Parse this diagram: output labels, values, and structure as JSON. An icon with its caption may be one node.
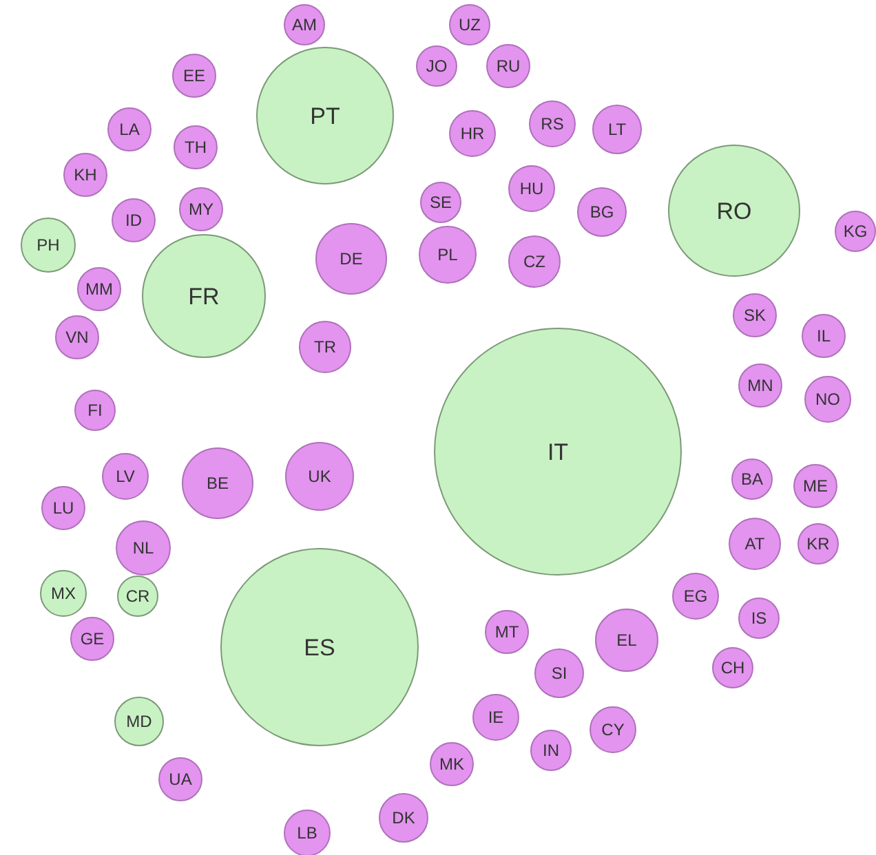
{
  "diagram": {
    "nodes": [
      {
        "text": [
          "UZ"
        ]
      },
      {
        "text": [
          "AM"
        ]
      },
      {
        "text": [
          "JO"
        ]
      },
      {
        "text": [
          "RU"
        ]
      },
      {
        "text": [
          "EE"
        ]
      },
      {
        "text": [
          "PT"
        ]
      },
      {
        "text": [
          "LA"
        ]
      },
      {
        "text": [
          "RS"
        ]
      },
      {
        "text": [
          "LT"
        ]
      },
      {
        "text": [
          "HR"
        ]
      },
      {
        "text": [
          "TH"
        ]
      },
      {
        "text": [
          "KH"
        ]
      },
      {
        "text": [
          "HU"
        ]
      },
      {
        "text": [
          "RO"
        ]
      },
      {
        "text": [
          "SE"
        ]
      },
      {
        "text": [
          "BG"
        ]
      },
      {
        "text": [
          "MY"
        ]
      },
      {
        "text": [
          "ID"
        ]
      },
      {
        "text": [
          "KG"
        ]
      },
      {
        "text": [
          "PL"
        ]
      },
      {
        "text": [
          "PH"
        ]
      },
      {
        "text": [
          "DE"
        ]
      },
      {
        "text": [
          "CZ"
        ]
      },
      {
        "text": [
          "MM"
        ]
      },
      {
        "text": [
          "FR"
        ]
      },
      {
        "text": [
          "SK"
        ]
      },
      {
        "text": [
          "IL"
        ]
      },
      {
        "text": [
          "VN"
        ]
      },
      {
        "text": [
          "TR"
        ]
      },
      {
        "text": [
          "MN"
        ]
      },
      {
        "text": [
          "NO"
        ]
      },
      {
        "text": [
          "FI"
        ]
      },
      {
        "text": [
          "IT"
        ]
      },
      {
        "text": [
          "LV"
        ]
      },
      {
        "text": [
          "UK"
        ]
      },
      {
        "text": [
          "BA"
        ]
      },
      {
        "text": [
          "BE"
        ]
      },
      {
        "text": [
          "ME"
        ]
      },
      {
        "text": [
          "LU"
        ]
      },
      {
        "text": [
          "AT"
        ]
      },
      {
        "text": [
          "KR"
        ]
      },
      {
        "text": [
          "NL"
        ]
      },
      {
        "text": [
          "MX"
        ]
      },
      {
        "text": [
          "CR"
        ]
      },
      {
        "text": [
          "EG"
        ]
      },
      {
        "text": [
          "IS"
        ]
      },
      {
        "text": [
          "MT"
        ]
      },
      {
        "text": [
          "EL"
        ]
      },
      {
        "text": [
          "ES"
        ]
      },
      {
        "text": [
          "GE"
        ]
      },
      {
        "text": [
          "CH"
        ]
      },
      {
        "text": [
          "SI"
        ]
      },
      {
        "text": [
          "IE"
        ]
      },
      {
        "text": [
          "MD"
        ]
      },
      {
        "text": [
          "CY"
        ]
      },
      {
        "text": [
          "IN"
        ]
      },
      {
        "text": [
          "MK"
        ]
      },
      {
        "text": [
          "UA"
        ]
      },
      {
        "text": [
          "DK"
        ]
      },
      {
        "text": [
          "LB"
        ]
      }
    ]
  }
}
